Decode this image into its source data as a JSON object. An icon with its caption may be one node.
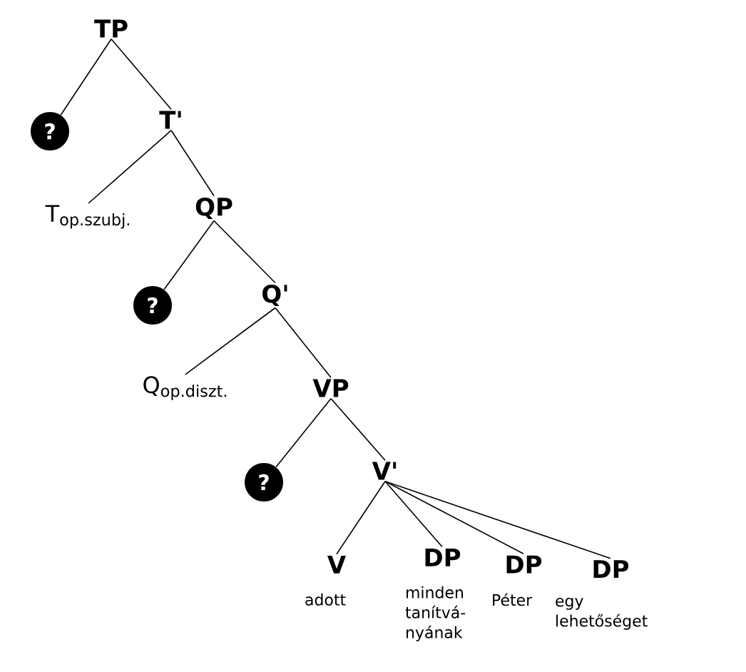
{
  "diagram": {
    "nodes": [
      {
        "text": [
          "TP"
        ]
      },
      {
        "text": [
          "?"
        ]
      },
      {
        "text": [
          "T'"
        ]
      },
      {
        "text": [
          "T$_{op.szubj.}$"
        ]
      },
      {
        "text": [
          "QP"
        ]
      },
      {
        "text": [
          "?"
        ]
      },
      {
        "text": [
          "Q'"
        ]
      },
      {
        "text": [
          "Q$_{op.diszt.}$"
        ]
      },
      {
        "text": [
          "VP"
        ]
      },
      {
        "text": [
          "?"
        ]
      },
      {
        "text": [
          "V'"
        ]
      },
      {
        "text": [
          "V",
          "adott"
        ]
      },
      {
        "text": [
          "DP",
          "minden tanítvá- nyának"
        ]
      },
      {
        "text": [
          "DP",
          "Péter"
        ]
      },
      {
        "text": [
          "DP",
          "egy lehetőséget"
        ]
      }
    ],
    "edges": [
      {
        "from": 0,
        "to": 1,
        "arrow": "none"
      },
      {
        "from": 0,
        "to": 2,
        "arrow": "none"
      },
      {
        "from": 2,
        "to": 3,
        "arrow": "none"
      },
      {
        "from": 2,
        "to": 4,
        "arrow": "none"
      },
      {
        "from": 4,
        "to": 5,
        "arrow": "none"
      },
      {
        "from": 4,
        "to": 6,
        "arrow": "none"
      },
      {
        "from": 6,
        "to": 7,
        "arrow": "none"
      },
      {
        "from": 6,
        "to": 8,
        "arrow": "none"
      },
      {
        "from": 8,
        "to": 9,
        "arrow": "none"
      },
      {
        "from": 8,
        "to": 10,
        "arrow": "none"
      },
      {
        "from": 10,
        "to": 11,
        "arrow": "none"
      },
      {
        "from": 10,
        "to": 12,
        "arrow": "none"
      },
      {
        "from": 10,
        "to": 13,
        "arrow": "none"
      },
      {
        "from": 10,
        "to": 14,
        "arrow": "none"
      }
    ]
  }
}
